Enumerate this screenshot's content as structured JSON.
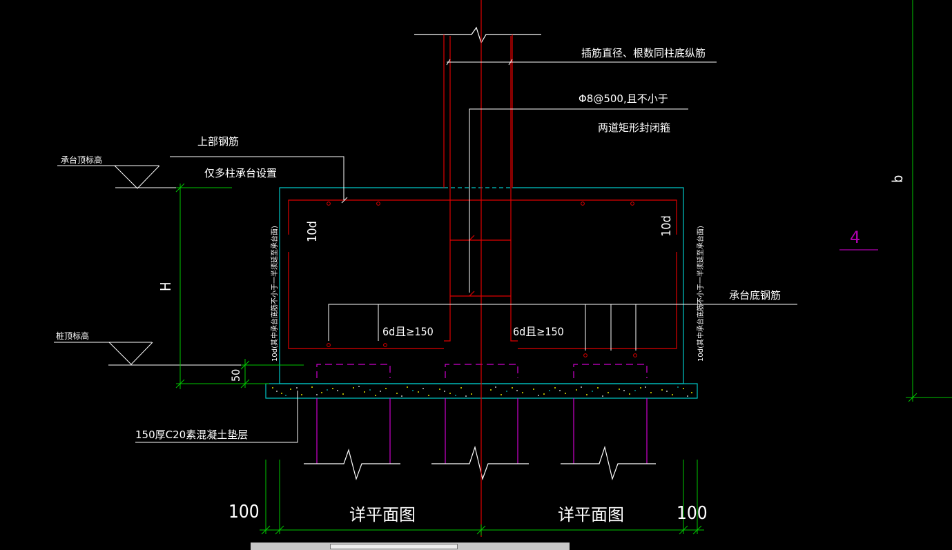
{
  "colors": {
    "background": "#000000",
    "concrete_outline": "#00c8c8",
    "rebar": "#e00000",
    "pile": "#d000d0",
    "dimension": "#00c800",
    "text": "#ffffff",
    "section_mark": "#b000b0"
  },
  "labels": {
    "dowel_bars": "插筋直径、根数同柱底纵筋",
    "stirrup_spec": "Φ8@500,且不小于",
    "stirrup_desc": "两道矩形封闭箍",
    "top_rebar": "上部钢筋",
    "top_rebar_note": "仅多柱承台设置",
    "cap_top_elev": "承台顶标高",
    "pile_top_elev": "桩顶标高",
    "cap_bottom_rebar": "承台底钢筋",
    "cushion": "150厚C20素混凝土垫层",
    "anchor_left": "10d",
    "anchor_right": "10d",
    "side_note_left": "10d(其中承台底筋不小于一半须延至承台面)",
    "side_note_right": "10d(其中承台底筋不小于一半须延至承台面)",
    "spacing_left": "6d且≥150",
    "spacing_right": "6d且≥150",
    "height_mark": "H",
    "dim_50": "50",
    "dim_left_100": "100",
    "dim_right_100": "100",
    "plan_left": "详平面图",
    "plan_right": "详平面图",
    "width_mark": "b",
    "section_number": "4"
  }
}
